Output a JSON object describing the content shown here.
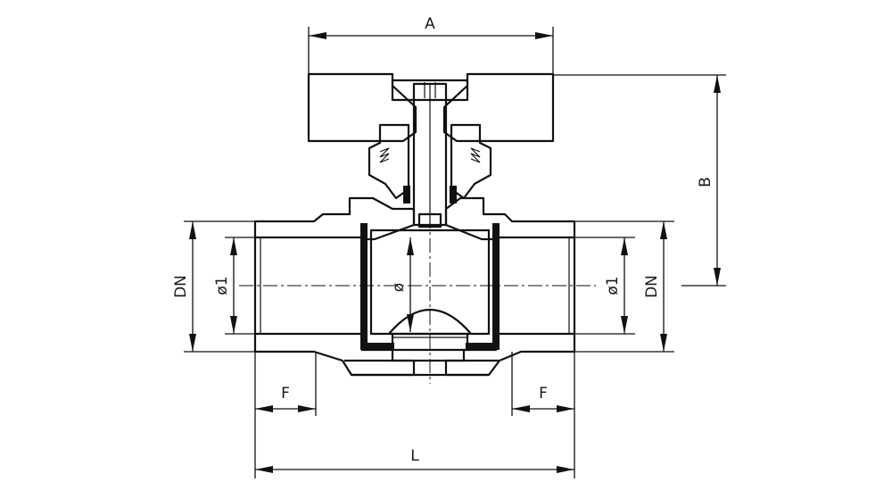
{
  "labels": {
    "A": "A",
    "B": "B",
    "DN_left": "DN",
    "DN_right": "DN",
    "phi1_left": "ø1",
    "phi1_right": "ø1",
    "phi_center": "ø",
    "F_left": "F",
    "F_right": "F",
    "L": "L"
  }
}
